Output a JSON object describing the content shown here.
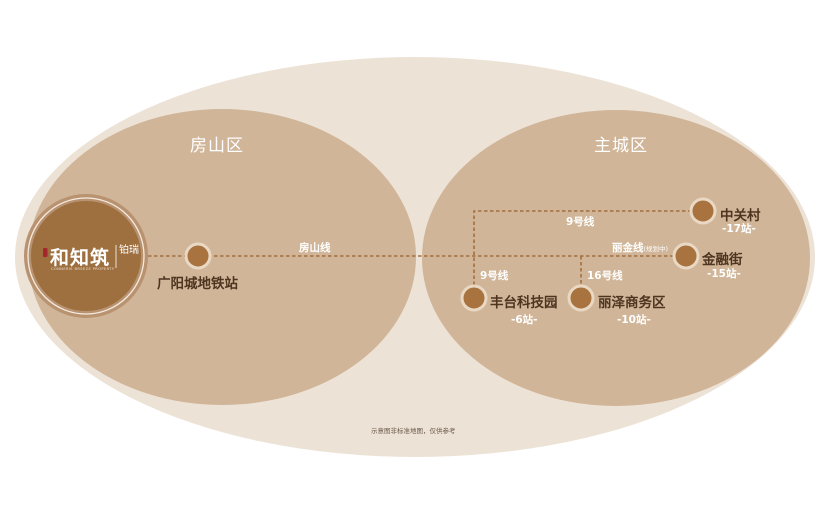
{
  "regions": {
    "fangshan": "房山区",
    "main_city": "主城区"
  },
  "logo": {
    "name": "和知筑",
    "english": "CONNERIE BREEZE PROPERTY",
    "sub": "铂瑞",
    "accent_color": "#a3272d"
  },
  "lines": {
    "fangshan_line": "房山线",
    "line9_top": "9号线",
    "line9_lower": "9号线",
    "lijin_line": "丽金线",
    "lijin_note": "(规划中)",
    "line16": "16号线"
  },
  "stations": {
    "guangyang": "广阳城地铁站",
    "zhongguancun": {
      "name": "中关村",
      "count": "-17站-"
    },
    "jinrongjie": {
      "name": "金融街",
      "count": "-15站-"
    },
    "fengtai": {
      "name": "丰台科技园",
      "count": "-6站-"
    },
    "lize": {
      "name": "丽泽商务区",
      "count": "-10站-"
    }
  },
  "note": "示意图非标准地图，仅供参考",
  "colors": {
    "outer_ellipse": "#ede2d6",
    "inner_ellipse": "#d0b598",
    "logo_fill": "#9e6f3f",
    "station_dot": "#a8733f",
    "dash_line": "#a36f3f"
  }
}
